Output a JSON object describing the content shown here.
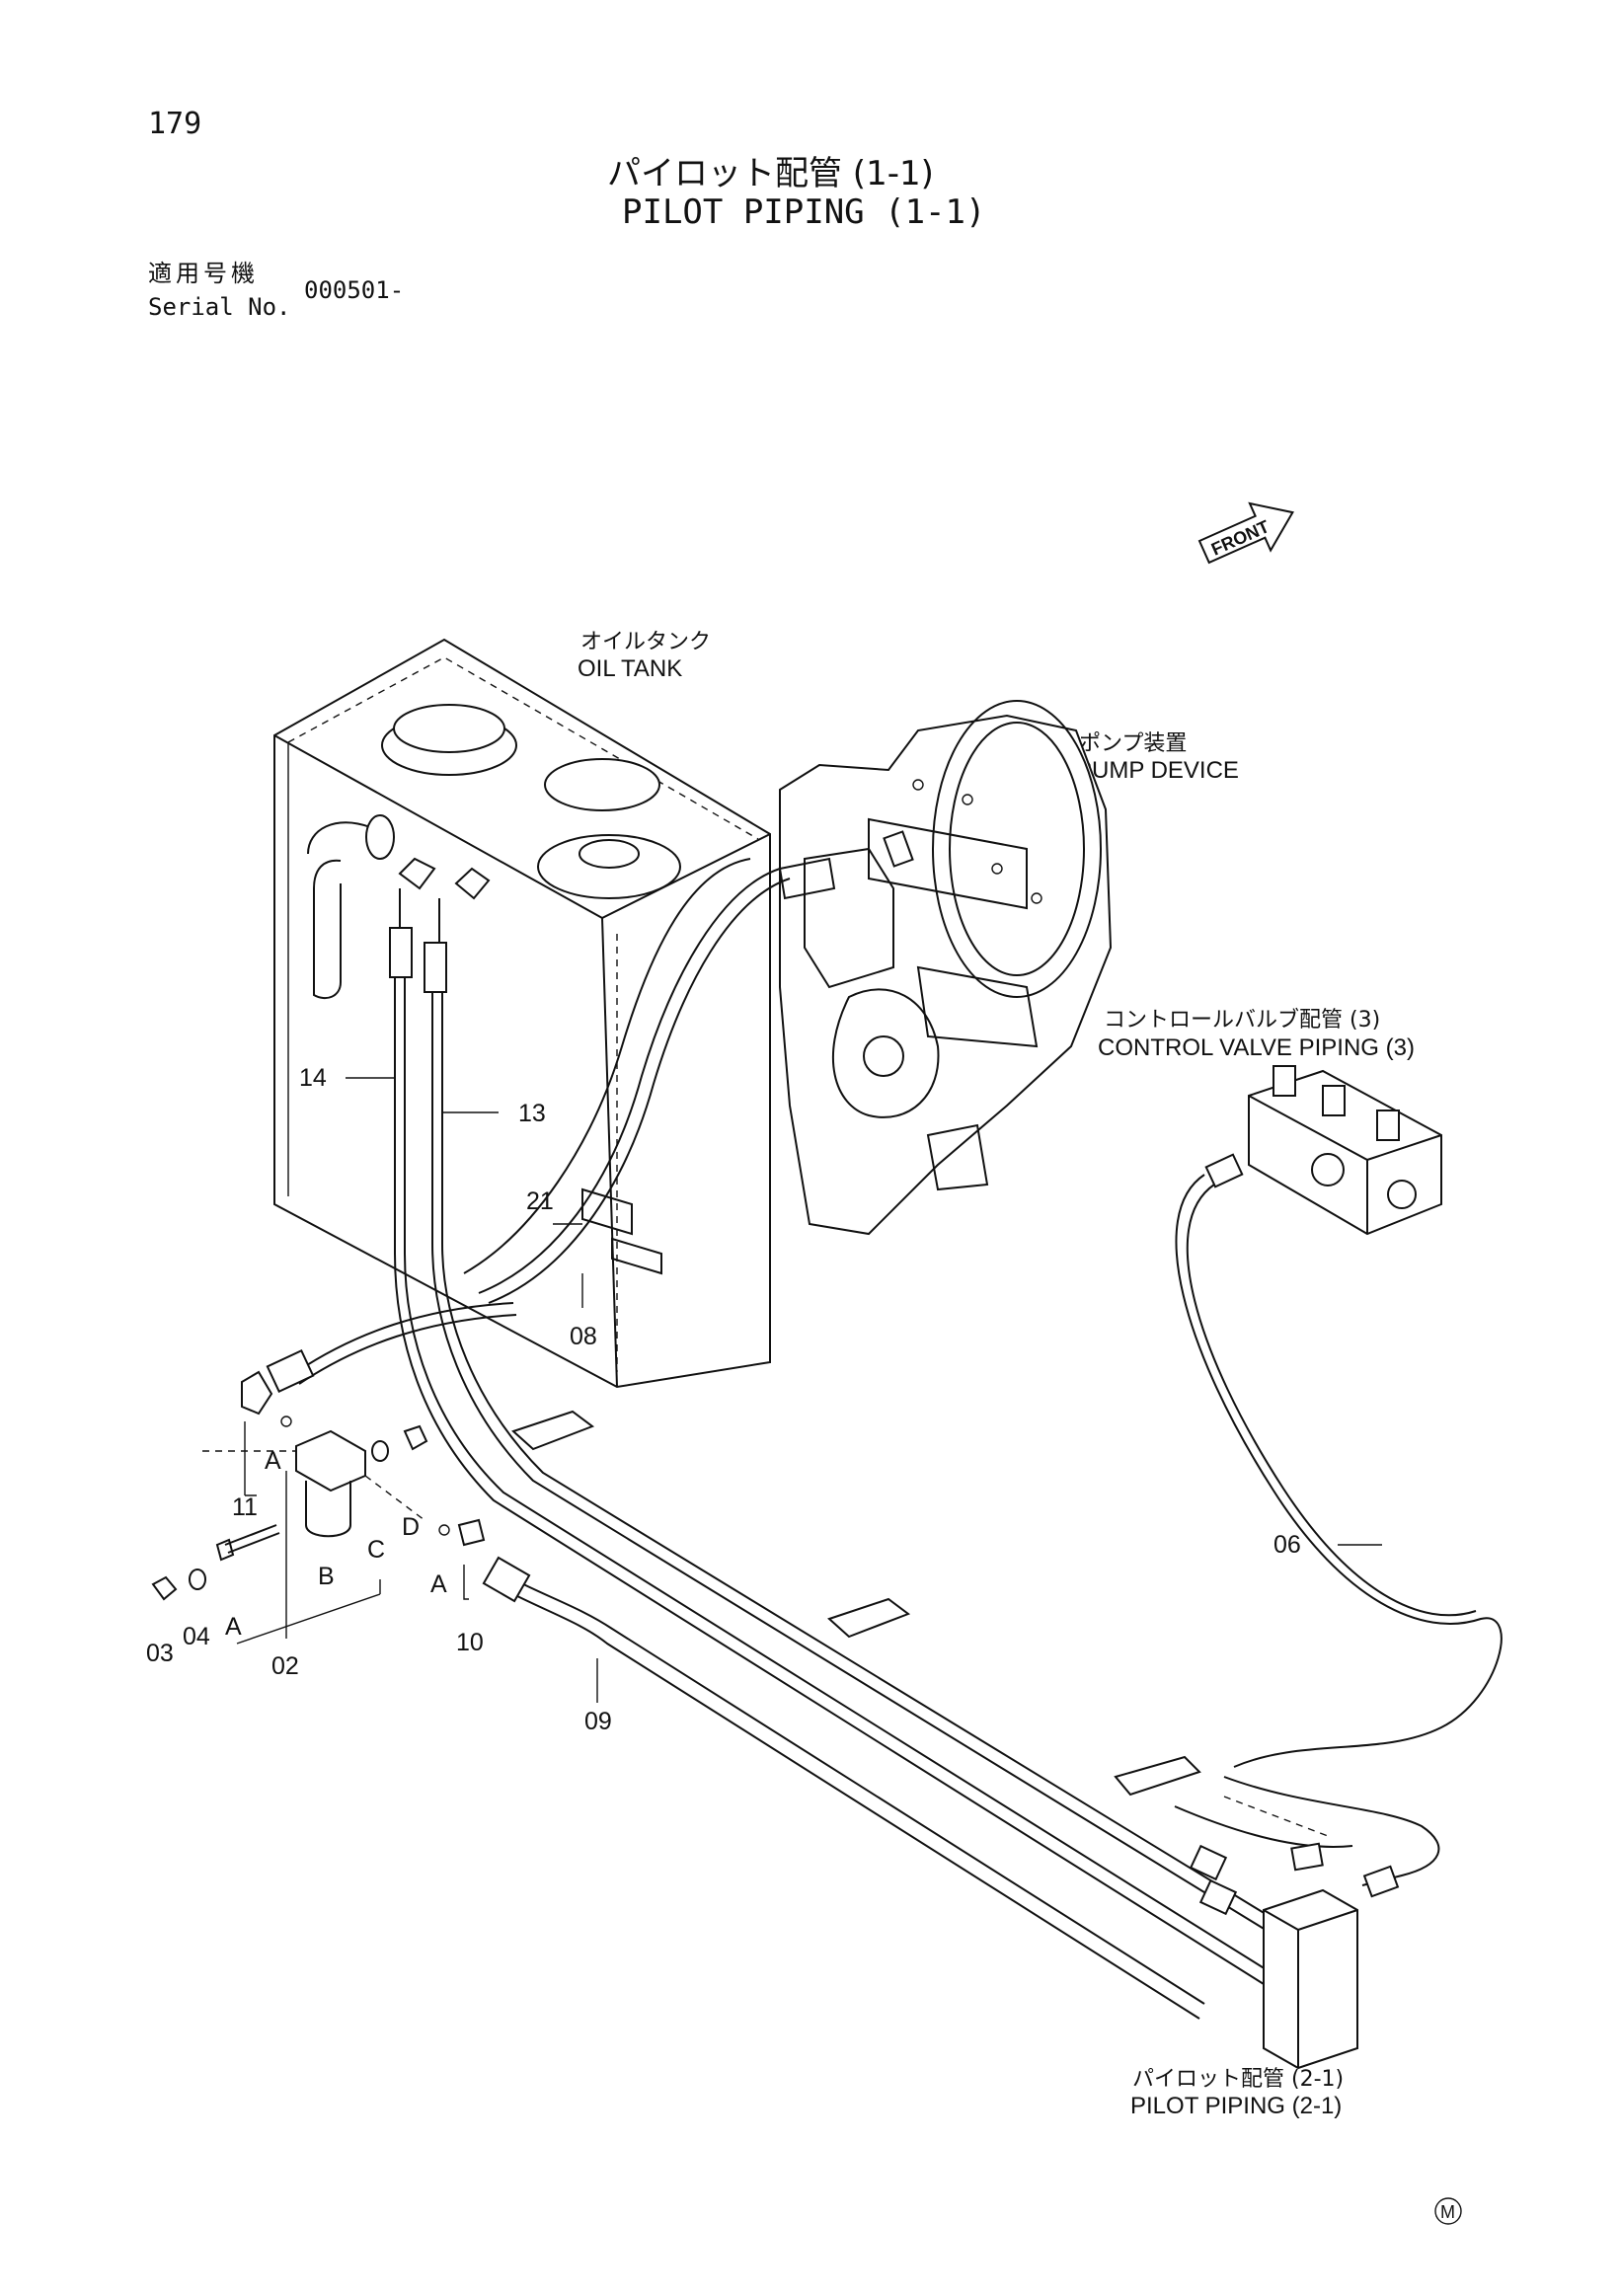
{
  "page_number": "179",
  "title_jp": "パイロット配管 (1-1)",
  "title_en": "PILOT PIPING (1-1)",
  "serial": {
    "label_jp": "適用号機",
    "label_en": "Serial No.",
    "value": "000501-"
  },
  "front_arrow_label": "FRONT",
  "components": {
    "oil_tank": {
      "jp": "オイルタンク",
      "en": "OIL TANK"
    },
    "pump_device": {
      "jp": "ポンプ装置",
      "en": "PUMP DEVICE"
    },
    "control_valve": {
      "jp": "コントロールバルブ配管 (3)",
      "en": "CONTROL VALVE PIPING (3)"
    },
    "pilot_piping_2": {
      "jp": "パイロット配管 (2-1)",
      "en": "PILOT PIPING (2-1)"
    }
  },
  "callouts": {
    "p14": "14",
    "p13": "13",
    "p21": "21",
    "p08": "08",
    "p06": "06",
    "p09": "09",
    "p11": "11",
    "p10": "10",
    "p02": "02",
    "p03": "03",
    "p04": "04",
    "a1": "A",
    "a2": "A",
    "a3": "A",
    "b": "B",
    "c": "C",
    "d": "D"
  },
  "mark": "M"
}
